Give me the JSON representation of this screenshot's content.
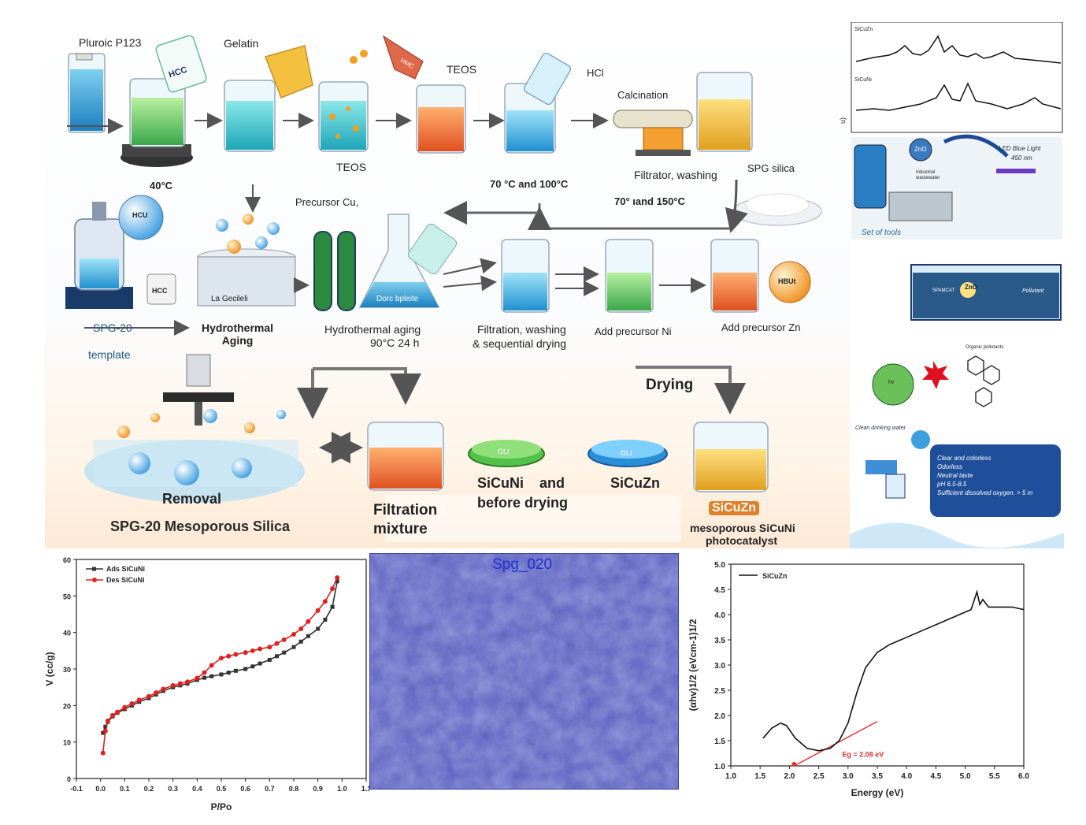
{
  "scheme": {
    "labels": {
      "pluronic": "Pluroic P123",
      "gelatin": "Gelatin",
      "teos_top": "TEOS",
      "hcl_top": "HCl",
      "calcination": "Calcination",
      "teos_mid": "TEOS",
      "filtrator": "Filtrator, washing",
      "spg_silica": "SPG silica",
      "temp_40": "40°C",
      "precursor_cu": "Precursor Cu,",
      "temp_70_100": "70 °C and 100°C",
      "temp_70_150": "70° ιand 150°C",
      "spg20": "SPG-20",
      "template": "template",
      "hydro_aging": "Hydrothermal\nAging",
      "hydro_aging2": "Hydrothermal aging",
      "hydro_cond": "90°C 24 h",
      "filtration_seq": "Filtration, washing",
      "filtration_seq2": "& sequential drying",
      "add_ni": "Add precursor Ni",
      "add_zn": "Add precursor Zn",
      "drying": "Drying",
      "removal": "Removal",
      "spg20_silica": "SPG-20 Mesoporous Silica",
      "filtration_mixture": "Filtration\nmixture",
      "sicuni_before": "SiCuNi    and",
      "before_drying": "before drying",
      "sicuzn": "SiCuZn",
      "sicuzn_badge": "SiCuZn",
      "meso_label": "mesoporous SiCuNi",
      "photocat": "photocatalyst"
    },
    "vessel_labels": {
      "hcc1": "HCC",
      "hcc2": "HCC",
      "hcu": "HCU",
      "gecileli": "La Gecileli",
      "dorc": "Dorc bpleite",
      "oli1": "OLI",
      "oli2": "OLI",
      "hbu": "HBUt",
      "hmc": "HMC"
    }
  },
  "right_panel": {
    "xrd_top_label": "SiCuZn",
    "xrd_bottom_label": "SiCuNi",
    "xrd_axis": "u)",
    "zno": "ZnO",
    "industrial": "Industrial\nwastewater",
    "led": "LED Blue Light",
    "led_nm": "450 nm",
    "set_tools": "Set of tools",
    "spamcat": "SPAMCAT",
    "pollutant": "Pollutant",
    "zno2": "ZnO",
    "organic": "Organic pollutants",
    "hv": "hv",
    "clean_water": "Clean drinking water",
    "checklist": [
      "Clear and colorless",
      "Odorless",
      "Neutral taste",
      "pH 6.5-8.5",
      "Sufficient dissolved oxygen. > 5 m"
    ]
  },
  "sem": {
    "label": "Spg_020"
  },
  "colors": {
    "arrow": "#555555",
    "des_red": "#e02020",
    "ads_black": "#333333",
    "sem_blue": "#5a5fc0",
    "tauc_red": "#e03030"
  },
  "chart_data": [
    {
      "type": "line",
      "xlabel": "P/Po",
      "ylabel": "V (cc/g)",
      "xlim": [
        -0.1,
        1.1
      ],
      "ylim": [
        0,
        60
      ],
      "x_ticks": [
        "-0.1",
        "0.0",
        "0.1",
        "0.2",
        "0.3",
        "0.4",
        "0.5",
        "0.6",
        "0.7",
        "0.8",
        "0.9",
        "1.0",
        "1.1"
      ],
      "y_ticks": [
        "0",
        "10",
        "20",
        "30",
        "40",
        "50",
        "60"
      ],
      "legend_position": "top-left",
      "series": [
        {
          "name": "Ads SiCuNi",
          "color": "#333333",
          "x": [
            0.01,
            0.02,
            0.03,
            0.05,
            0.07,
            0.1,
            0.13,
            0.16,
            0.2,
            0.23,
            0.26,
            0.3,
            0.33,
            0.36,
            0.4,
            0.43,
            0.46,
            0.5,
            0.53,
            0.56,
            0.6,
            0.63,
            0.66,
            0.7,
            0.73,
            0.76,
            0.8,
            0.83,
            0.86,
            0.9,
            0.93,
            0.96,
            0.98
          ],
          "y": [
            12.5,
            14.2,
            15.5,
            17,
            18,
            19,
            20,
            21,
            22,
            23,
            24,
            25,
            25.5,
            26,
            27,
            27.6,
            28,
            28.5,
            29,
            29.5,
            30,
            30.7,
            31.5,
            32.5,
            33.5,
            34.5,
            36,
            37.5,
            39,
            41,
            43.5,
            47,
            54
          ]
        },
        {
          "name": "Des SiCuNi",
          "color": "#e02020",
          "x": [
            0.01,
            0.02,
            0.03,
            0.05,
            0.07,
            0.1,
            0.13,
            0.16,
            0.2,
            0.23,
            0.26,
            0.3,
            0.33,
            0.36,
            0.4,
            0.43,
            0.46,
            0.5,
            0.53,
            0.56,
            0.6,
            0.63,
            0.66,
            0.7,
            0.73,
            0.76,
            0.8,
            0.83,
            0.86,
            0.9,
            0.93,
            0.96,
            0.98
          ],
          "y": [
            7,
            13,
            15.8,
            17.3,
            18.2,
            19.5,
            20.5,
            21.5,
            22.5,
            23.5,
            24.5,
            25.5,
            26,
            26.5,
            27.5,
            29,
            31,
            33,
            33.5,
            34,
            34.5,
            35,
            35.5,
            36,
            37,
            38,
            39.5,
            41,
            43,
            46,
            48.5,
            52,
            55
          ]
        }
      ]
    },
    {
      "type": "line",
      "xlabel": "Energy (eV)",
      "ylabel": "(αhv)1/2 (eVcm-1)1/2",
      "xlim": [
        1.0,
        6.0
      ],
      "ylim": [
        1.0,
        5.0
      ],
      "x_ticks": [
        "1.0",
        "1.5",
        "2.0",
        "2.5",
        "3.0",
        "3.5",
        "4.0",
        "4.5",
        "5.0",
        "5.5",
        "6.0"
      ],
      "y_ticks": [
        "1.0",
        "1.5",
        "2.0",
        "2.5",
        "3.0",
        "3.5",
        "4.0",
        "4.5",
        "5.0"
      ],
      "legend_position": "top-left",
      "annotation": "Eg = 2.08 eV",
      "series": [
        {
          "name": "SiCuZn",
          "color": "#111111",
          "x": [
            1.55,
            1.7,
            1.85,
            1.95,
            2.1,
            2.3,
            2.5,
            2.7,
            2.85,
            3.0,
            3.15,
            3.3,
            3.5,
            3.7,
            4.0,
            4.3,
            4.6,
            4.9,
            5.1,
            5.2,
            5.25,
            5.3,
            5.4,
            5.6,
            5.8,
            6.0
          ],
          "y": [
            1.55,
            1.75,
            1.85,
            1.8,
            1.55,
            1.35,
            1.3,
            1.35,
            1.5,
            1.85,
            2.45,
            2.95,
            3.25,
            3.4,
            3.55,
            3.7,
            3.85,
            4.0,
            4.1,
            4.45,
            4.2,
            4.3,
            4.15,
            4.15,
            4.15,
            4.1
          ]
        }
      ],
      "fit_line": {
        "x": [
          2.08,
          3.5
        ],
        "y": [
          1.0,
          1.88
        ],
        "color": "#e03030"
      }
    }
  ]
}
